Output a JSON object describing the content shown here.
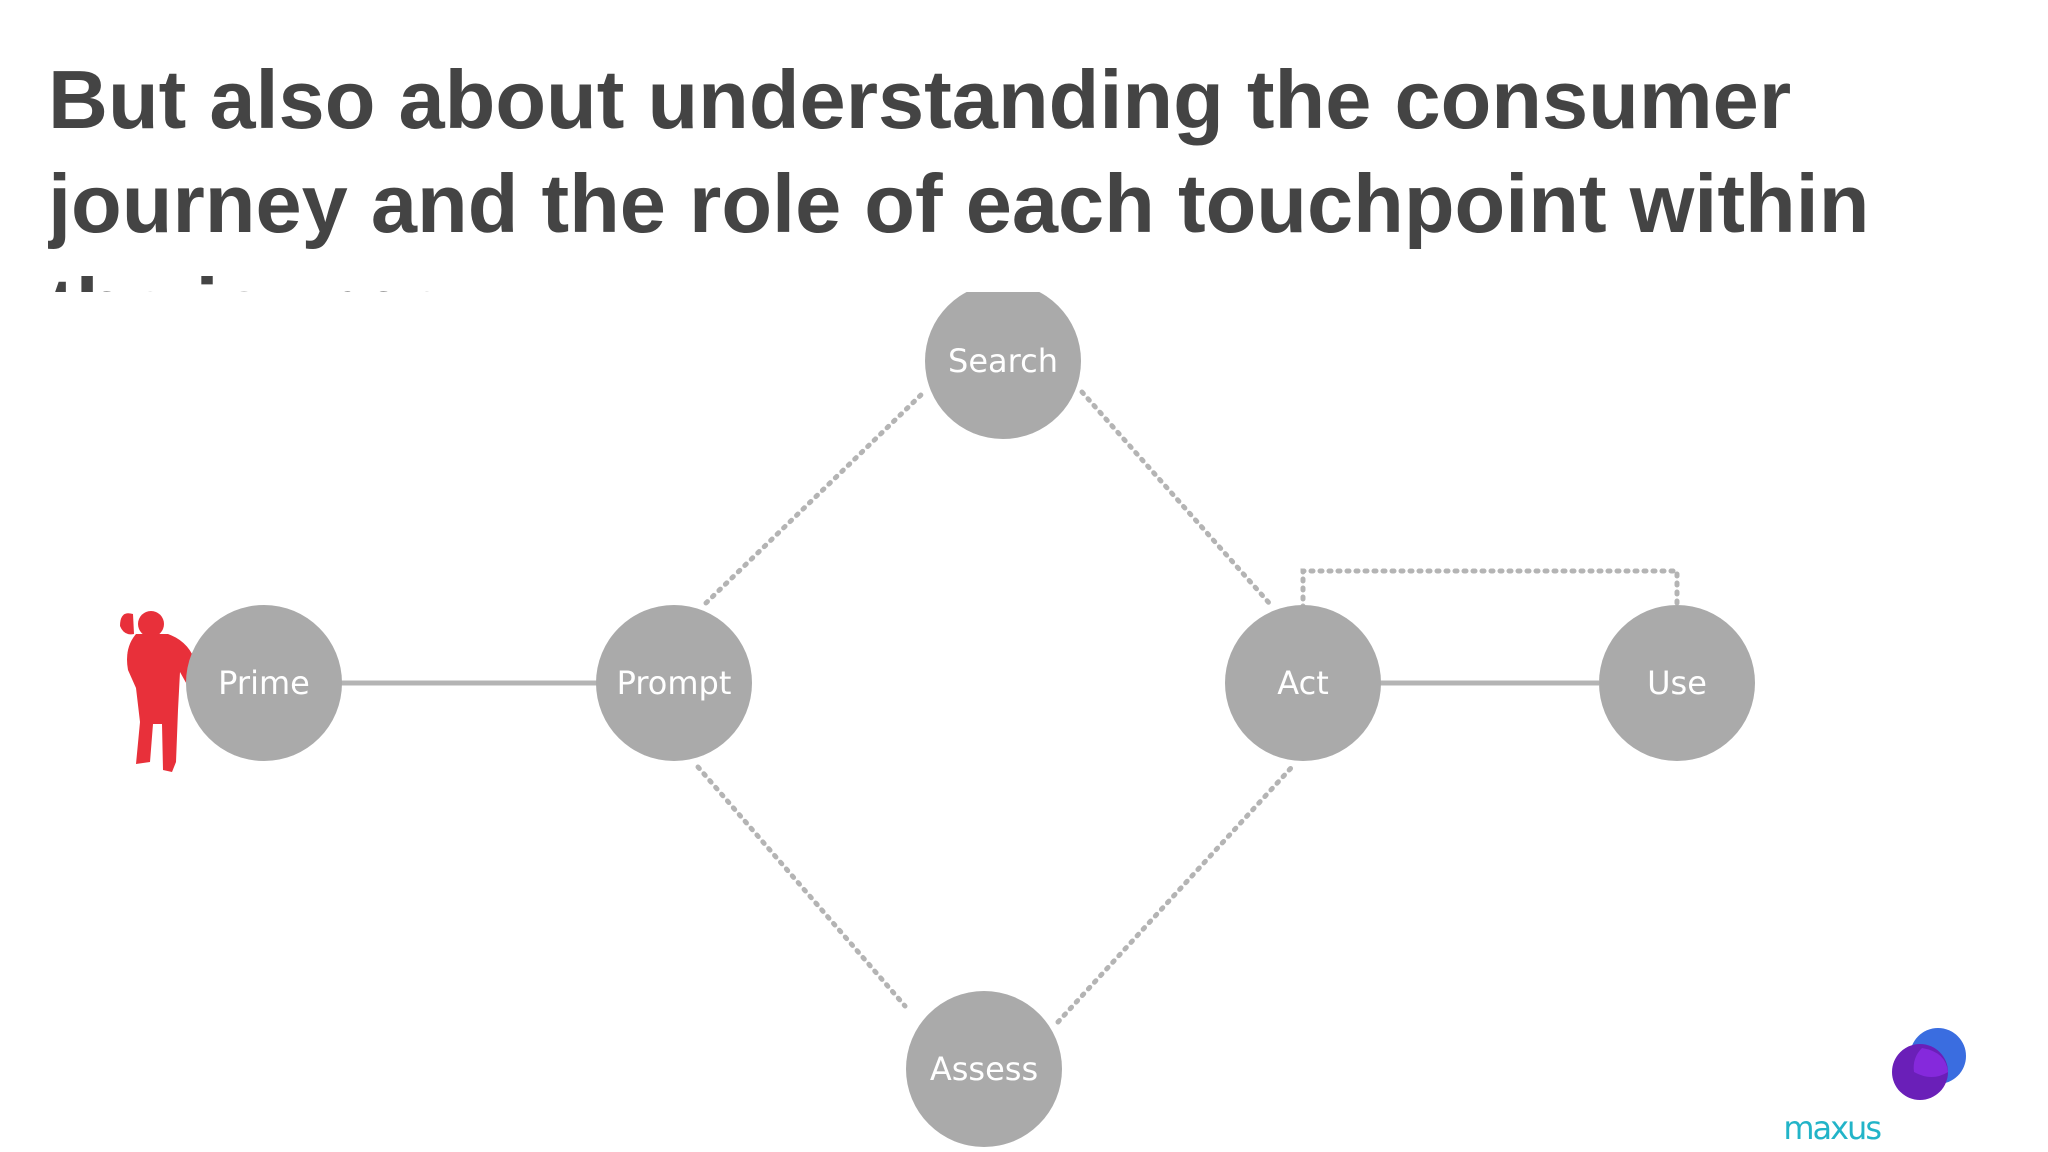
{
  "slide": {
    "title": "But also about understanding the consumer journey and the role of each touchpoint within the journey"
  },
  "diagram": {
    "nodes": [
      {
        "id": "prime",
        "label": "Prime"
      },
      {
        "id": "prompt",
        "label": "Prompt"
      },
      {
        "id": "search",
        "label": "Search"
      },
      {
        "id": "assess",
        "label": "Assess"
      },
      {
        "id": "act",
        "label": "Act"
      },
      {
        "id": "use",
        "label": "Use"
      }
    ],
    "edges": [
      {
        "from": "prime",
        "to": "prompt",
        "style": "solid"
      },
      {
        "from": "act",
        "to": "use",
        "style": "solid"
      },
      {
        "from": "prompt",
        "to": "search",
        "style": "dotted"
      },
      {
        "from": "prompt",
        "to": "assess",
        "style": "dotted"
      },
      {
        "from": "search",
        "to": "act",
        "style": "dotted"
      },
      {
        "from": "assess",
        "to": "act",
        "style": "dotted"
      },
      {
        "from": "act",
        "to": "use",
        "style": "dotted-loop"
      }
    ],
    "colors": {
      "node_fill": "#aaaaaa",
      "line": "#b4b4b4",
      "figure": "#e8303a"
    }
  },
  "brand": {
    "logo_text": "maxus",
    "colors": {
      "text": "#22b4c8",
      "mark_primary": "#6a1fb8",
      "mark_secondary": "#3a6de0"
    }
  }
}
